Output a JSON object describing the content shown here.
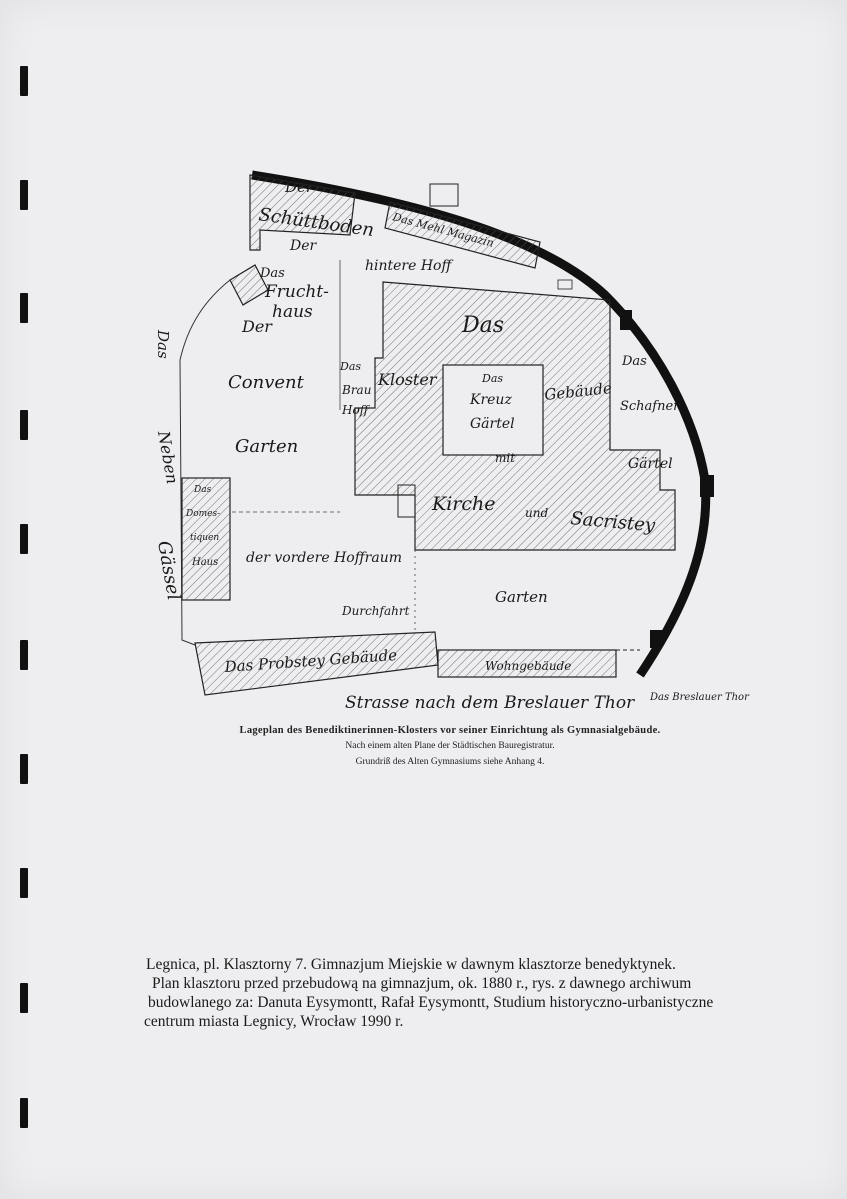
{
  "plan": {
    "labels": {
      "der_schuttboden_1": "Der",
      "der_schuttboden_2": "Schüttboden",
      "mehl_magazin": "Das Mehl Magazin",
      "der": "Der",
      "hintere_hoff": "hintere Hoff",
      "das_fruchthaus_1": "Das",
      "das_fruchthaus_2": "Frucht-",
      "das_fruchthaus_3": "haus",
      "der_convent_garten_1": "Der",
      "der_convent_garten_2": "Convent",
      "der_convent_garten_3": "Garten",
      "das_kloster": "Das",
      "kloster": "Kloster",
      "gebaeude": "Gebäude",
      "das_kreuz_gaertel_1": "Das",
      "das_kreuz_gaertel_2": "Kreuz",
      "das_kreuz_gaertel_3": "Gärtel",
      "das_brauhoff_1": "Das",
      "das_brauhoff_2": "Brau",
      "das_brauhoff_3": "Hoff",
      "das_schafner_1": "Das",
      "das_schafner_2": "Schafner",
      "gaertel": "Gärtel",
      "mit": "mit",
      "kirche": "Kirche",
      "und": "und",
      "sacristey": "Sacristey",
      "das_neben_gaessel_1": "Das",
      "das_neben_gaessel_2": "Neben",
      "das_neben_gaessel_3": "Gässel",
      "das_domestiquen_haus_1": "Das",
      "das_domestiquen_haus_2": "Domes-",
      "das_domestiquen_haus_3": "tiquen",
      "das_domestiquen_haus_4": "Haus",
      "vordere_hoffraum": "der vordere Hoffraum",
      "garten": "Garten",
      "durchfahrt": "Durchfahrt",
      "probstey": "Das Probstey Gebäude",
      "wohngebaeude": "Wohngebäude",
      "strasse": "Strasse nach dem Breslauer Thor",
      "breslauer_thor": "Das Breslauer Thor"
    }
  },
  "caption": {
    "line1": "Lageplan des Benediktinerinnen-Klosters vor seiner Einrichtung als Gymnasialgebäude.",
    "line2": "Nach einem alten Plane der Städtischen Bauregistratur.",
    "line3": "Grundriß des Alten Gymnasiums siehe Anhang 4."
  },
  "description": {
    "line1": "Legnica, pl. Klasztorny 7. Gimnazjum Miejskie w dawnym klasztorze benedyktynek.",
    "line2": "Plan  klasztoru  przed przebudową na gimnazjum, ok. 1880 r., rys. z dawnego archiwum",
    "line3": "budowlanego za: Danuta Eysymontt, Rafał Eysymontt, Studium historyczno-urbanistyczne",
    "line4": "centrum miasta Legnicy, Wrocław 1990 r."
  }
}
